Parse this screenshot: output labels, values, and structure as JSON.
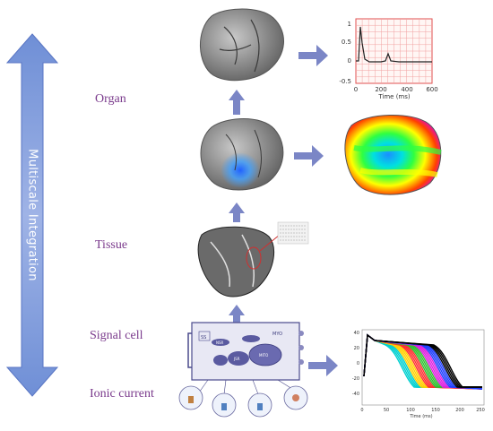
{
  "sidebar": {
    "label": "Multiscale Integration"
  },
  "levels": {
    "organ": "Organ",
    "tissue": "Tissue",
    "signal_cell": "Signal cell",
    "ionic_current": "Ionic current"
  },
  "ecg_plot": {
    "y_ticks": [
      "1",
      "0.5",
      "0",
      "-0.5"
    ],
    "x_ticks": [
      "0",
      "200",
      "400",
      "600"
    ],
    "xlabel": "Time (ms)"
  },
  "ap_plot": {
    "y_ticks": [
      "40",
      "20",
      "0",
      "-20",
      "-40"
    ],
    "x_ticks": [
      "0",
      "50",
      "100",
      "150",
      "200",
      "250"
    ],
    "xlabel": "Time (ms)"
  },
  "cell_labels": {
    "ss": "SS",
    "nsr": "NSR",
    "myo": "MYO",
    "jsr": "JSR",
    "mito": "MITO"
  },
  "colors": {
    "arrow_blue": "#7b86c6",
    "side_arrow": "#7f9ad6",
    "label_purple": "#7a3a8c",
    "ecg_grid": "#f2a0a0"
  }
}
